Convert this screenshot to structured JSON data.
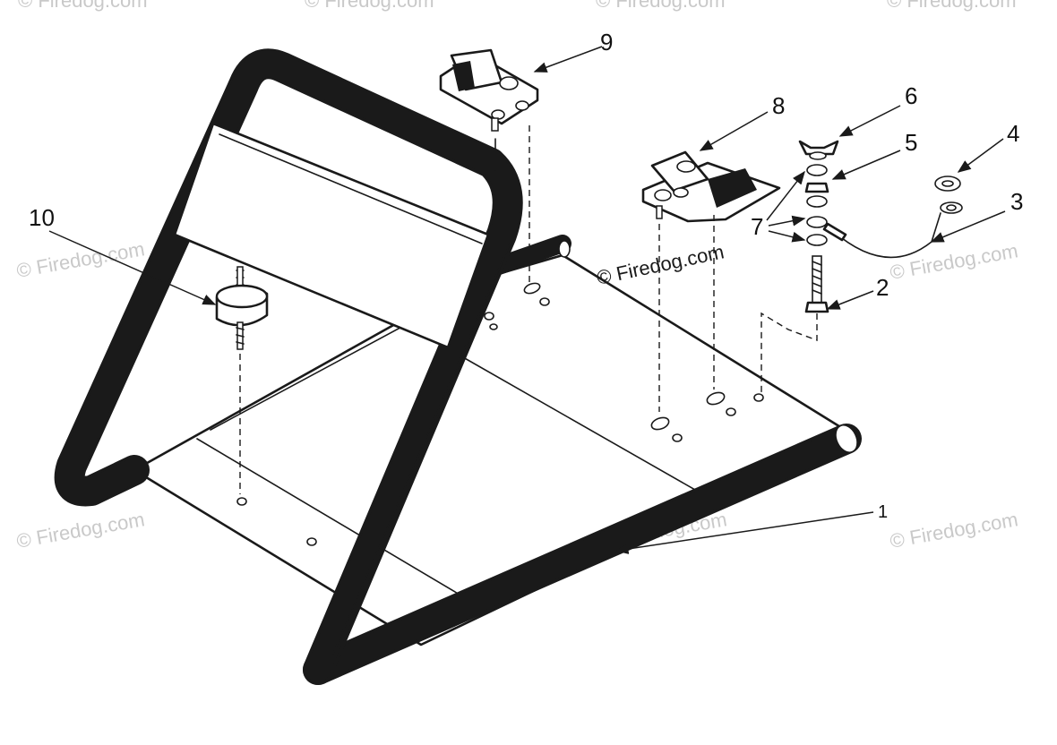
{
  "callouts": {
    "c1": "1",
    "c2": "2",
    "c3": "3",
    "c4": "4",
    "c5": "5",
    "c6": "6",
    "c7": "7",
    "c8": "8",
    "c9": "9",
    "c10": "10"
  },
  "watermark": {
    "text": "© Firedog.com"
  },
  "colors": {
    "line": "#1a1a1a",
    "background": "#ffffff",
    "watermark": "#c9c9c9"
  }
}
